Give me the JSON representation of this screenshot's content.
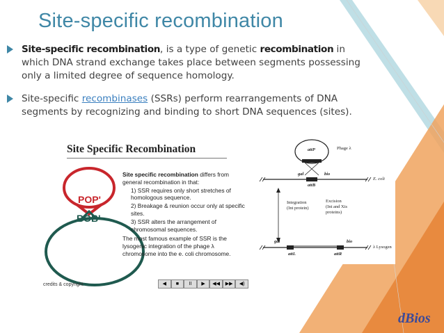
{
  "slide": {
    "title": "Site-specific recombination",
    "bullet1": {
      "bold1": "Site-specific recombination",
      "text1": ", is a type of genetic ",
      "bold2": "recombination",
      "text2": " in which DNA strand exchange takes place between segments possessing only a limited degree of sequence homology."
    },
    "bullet2": {
      "text1": "Site-specific ",
      "link": "recombinases",
      "text2": " (SSRs) perform rearrangements of DNA segments by recognizing and binding to short DNA sequences (sites)."
    },
    "logo": "dBios"
  },
  "figure_left": {
    "title": "Site Specific Recombination",
    "intro_bold": "Site specific recombination",
    "intro": " differs from general recombination in that:",
    "points": [
      "1) SSR requires only short stretches of homologous sequence.",
      "2) Breakage & reunion occur only at specific sites.",
      "3) SSR alters the arrangement of chromosomal sequences."
    ],
    "example": "The most famous example of SSR is the lysogenic integration of the phage λ chromosome into the e. coli chromosome.",
    "site_top": "POP'",
    "site_bottom": "BOB'",
    "credits": "credits & copyright",
    "controls": [
      "◀",
      "■",
      "II",
      "▶",
      "◀◀",
      "▶▶",
      "◀)"
    ]
  },
  "figure_right": {
    "attP": "attP",
    "phage": "Phage λ",
    "gal_top": "gal",
    "bio_top": "bio",
    "attB": "attB",
    "ecoli": "E. coli",
    "integration": [
      "Integration",
      "(Int protein)"
    ],
    "excision": [
      "Excision",
      "(Int and Xis",
      "proteins)"
    ],
    "gal_bottom": "gal",
    "bio_bottom": "bio",
    "attL": "attL",
    "attR": "attR",
    "lysogen": "λ Lysogen"
  },
  "colors": {
    "title": "#3f87a6",
    "accent_orange": "#f0a35e",
    "teal_strip": "#a9d4dd",
    "loop_red": "#c8262c",
    "loop_green": "#1f5a4f"
  }
}
